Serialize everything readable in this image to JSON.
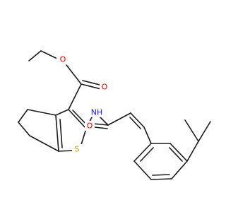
{
  "molecule": {
    "atoms": {
      "o_carbonyl_ester": "O",
      "o_ether_ester": "O",
      "n_amide": "NH",
      "o_amide": "O",
      "s_thiophene": "S"
    },
    "colors": {
      "bond": "#1a1a1a",
      "oxygen": "#e00000",
      "nitrogen": "#1a1aff",
      "sulfur": "#c8a000"
    }
  }
}
